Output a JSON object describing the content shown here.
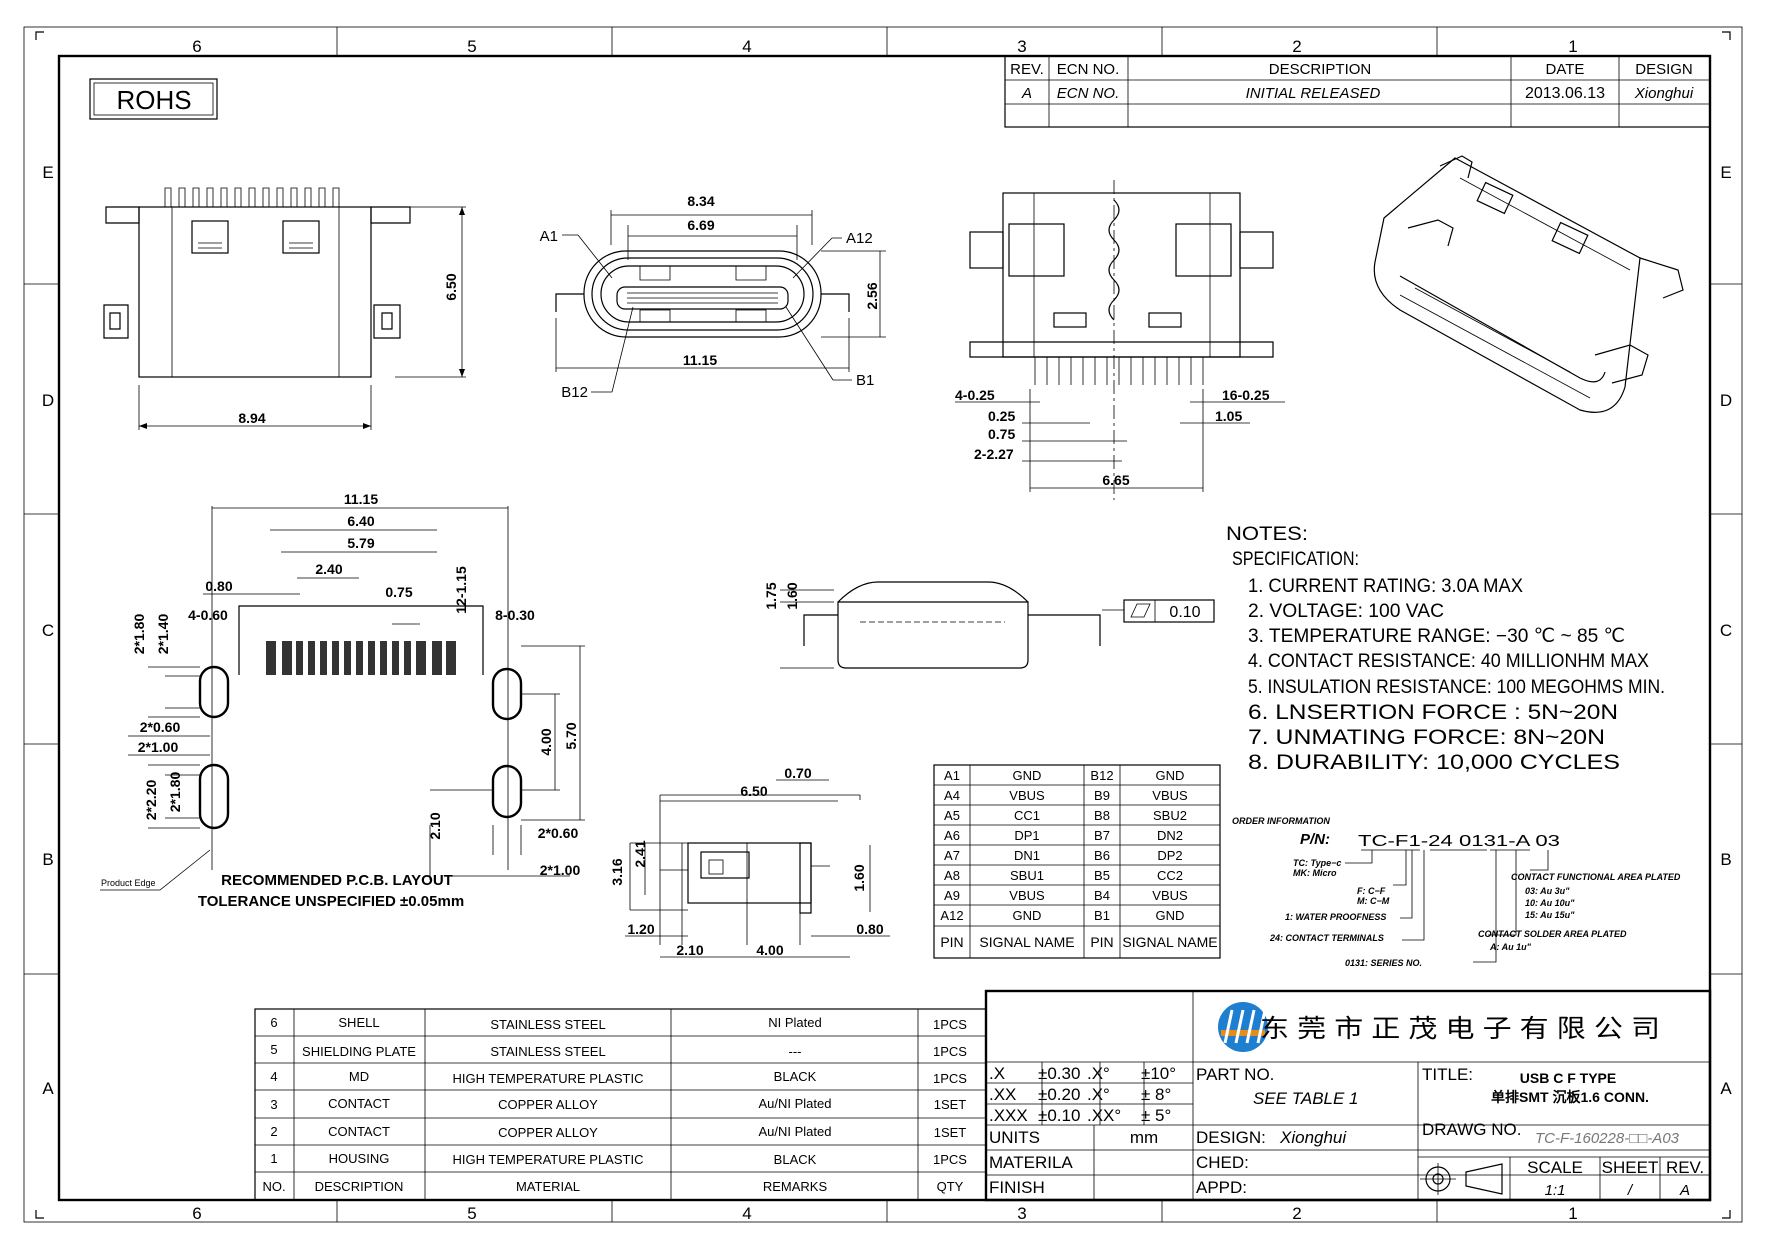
{
  "border": {
    "top_zones": [
      "6",
      "5",
      "4",
      "3",
      "2",
      "1"
    ],
    "bottom_zones": [
      "6",
      "5",
      "4",
      "3",
      "2",
      "1"
    ],
    "left_rows": [
      "E",
      "D",
      "C",
      "B",
      "A"
    ],
    "right_rows": [
      "E",
      "D",
      "C",
      "B",
      "A"
    ]
  },
  "rohs_label": "ROHS",
  "revision_table": {
    "headers": [
      "REV.",
      "ECN  NO.",
      "DESCRIPTION",
      "DATE",
      "DESIGN"
    ],
    "row": [
      "A",
      "ECN  NO.",
      "INITIAL  RELEASED",
      "2013.06.13",
      "Xionghui"
    ]
  },
  "views": {
    "top": {
      "width_dim": "8.94",
      "height_dim": "6.50"
    },
    "front": {
      "dim_outer": "8.34",
      "dim_inner": "6.69",
      "dim_height": "2.56",
      "dim_width": "11.15",
      "callouts": [
        "A1",
        "A12",
        "B12",
        "B1"
      ]
    },
    "bottom": {
      "dims": [
        "4-0.25",
        "16-0.25",
        "0.25",
        "1.05",
        "0.75",
        "2-2.27",
        "6.65"
      ]
    },
    "pcb": {
      "dims_top": [
        "11.15",
        "6.40",
        "5.79",
        "2.40",
        "0.80",
        "0.75",
        "12-1.15",
        "4-0.60",
        "8-0.30"
      ],
      "dims_left": [
        "2*1.80",
        "2*1.40",
        "2*0.60",
        "2*1.00",
        "2*2.20",
        "2*1.80"
      ],
      "dims_right": [
        "4.00",
        "5.70",
        "2.10",
        "2*0.60",
        "2*1.00"
      ],
      "product_edge": "Product Edge",
      "caption_line1": "RECOMMENDED  P.C.B. LAYOUT",
      "caption_line2": "TOLERANCE  UNSPECIFIED  ±0.05mm"
    },
    "side": {
      "dims": [
        "1.75",
        "1.60"
      ],
      "flatness": "0.10"
    },
    "profile": {
      "dims": [
        "0.70",
        "6.50",
        "3.16",
        "2.41",
        "1.60",
        "1.20",
        "2.10",
        "4.00",
        "0.80"
      ]
    }
  },
  "notes": {
    "heading": "NOTES:",
    "subheading": "SPECIFICATION:",
    "items": [
      "1.  CURRENT  RATING:  3.0A  MAX",
      "2.  VOLTAGE:  100  VAC",
      "3.  TEMPERATURE  RANGE:  −30  ℃  ~  85  ℃",
      "4.  CONTACT  RESISTANCE:  40  MILLIONHM  MAX",
      "5.  INSULATION  RESISTANCE:  100  MEGOHMS  MIN.",
      "6.  LNSERTION  FORCE  :  5N~20N",
      "7.  UNMATING  FORCE:  8N~20N",
      "8.  DURABILITY:     10,000  CYCLES"
    ]
  },
  "pin_table": {
    "rows": [
      [
        "A1",
        "GND",
        "B12",
        "GND"
      ],
      [
        "A4",
        "VBUS",
        "B9",
        "VBUS"
      ],
      [
        "A5",
        "CC1",
        "B8",
        "SBU2"
      ],
      [
        "A6",
        "DP1",
        "B7",
        "DN2"
      ],
      [
        "A7",
        "DN1",
        "B6",
        "DP2"
      ],
      [
        "A8",
        "SBU1",
        "B5",
        "CC2"
      ],
      [
        "A9",
        "VBUS",
        "B4",
        "VBUS"
      ],
      [
        "A12",
        "GND",
        "B1",
        "GND"
      ]
    ],
    "footer": [
      "PIN",
      "SIGNAL  NAME",
      "PIN",
      "SIGNAL  NAME"
    ]
  },
  "order_info": {
    "heading": "ORDER INFORMATION",
    "pn_label": "P/N:",
    "pn_value": "TC-F1-24  0131-A 03",
    "labels": [
      "TC: Type−c",
      "MK: Micro",
      "F: C−F",
      "M: C−M",
      "1:  WATER  PROOFNESS",
      "24:  CONTACT  TERMINALS",
      "0131:  SERIES  NO.",
      "CONTACT  FUNCTIONAL  AREA  PLATED",
      "03:  Au  3u\"",
      "10:  Au  10u\"",
      "15:  Au  15u\"",
      "CONTACT  SOLDER  AREA  PLATED",
      "A:  Au  1u\""
    ]
  },
  "bom": {
    "rows": [
      [
        "6",
        "SHELL",
        "STAINLESS  STEEL",
        "NI  Plated",
        "1PCS"
      ],
      [
        "5",
        "SHIELDING  PLATE",
        "STAINLESS  STEEL",
        "---",
        "1PCS"
      ],
      [
        "4",
        "MD",
        "HIGH  TEMPERATURE  PLASTIC",
        "BLACK",
        "1PCS"
      ],
      [
        "3",
        "CONTACT",
        "COPPER  ALLOY",
        "Au/NI  Plated",
        "1SET"
      ],
      [
        "2",
        "CONTACT",
        "COPPER  ALLOY",
        "Au/NI  Plated",
        "1SET"
      ],
      [
        "1",
        "HOUSING",
        "HIGH  TEMPERATURE  PLASTIC",
        "BLACK",
        "1PCS"
      ]
    ],
    "header": [
      "NO.",
      "DESCRIPTION",
      "MATERIAL",
      "REMARKS",
      "QTY"
    ]
  },
  "tolerances": [
    [
      ".X",
      "±0.30",
      ".X°",
      "±10°"
    ],
    [
      ".XX",
      "±0.20",
      ".X°",
      "±  8°"
    ],
    [
      ".XXX",
      "±0.10",
      ".XX°",
      "±  5°"
    ]
  ],
  "title_block": {
    "units_label": "UNITS",
    "units_value": "mm",
    "materila_label": "MATERILA",
    "finish_label": "FINISH",
    "company": "东 莞 市 正 茂 电 子 有 限 公 司",
    "part_no_label": "PART  NO.",
    "part_no_value": "SEE  TABLE  1",
    "design_label": "DESIGN:",
    "design_value": "Xionghui",
    "ched_label": "CHED:",
    "appd_label": "APPD:",
    "title_label": "TITLE:",
    "title_line1": "USB  C  F  TYPE",
    "title_line2": "单排SMT  沉板1.6  CONN.",
    "drawg_label": "DRAWG  NO.",
    "drawg_value": "TC-F-160228-□□-A03",
    "scale_label": "SCALE",
    "scale_value": "1:1",
    "sheet_label": "SHEET",
    "sheet_value": "/",
    "rev_label": "REV.",
    "rev_value": "A"
  }
}
